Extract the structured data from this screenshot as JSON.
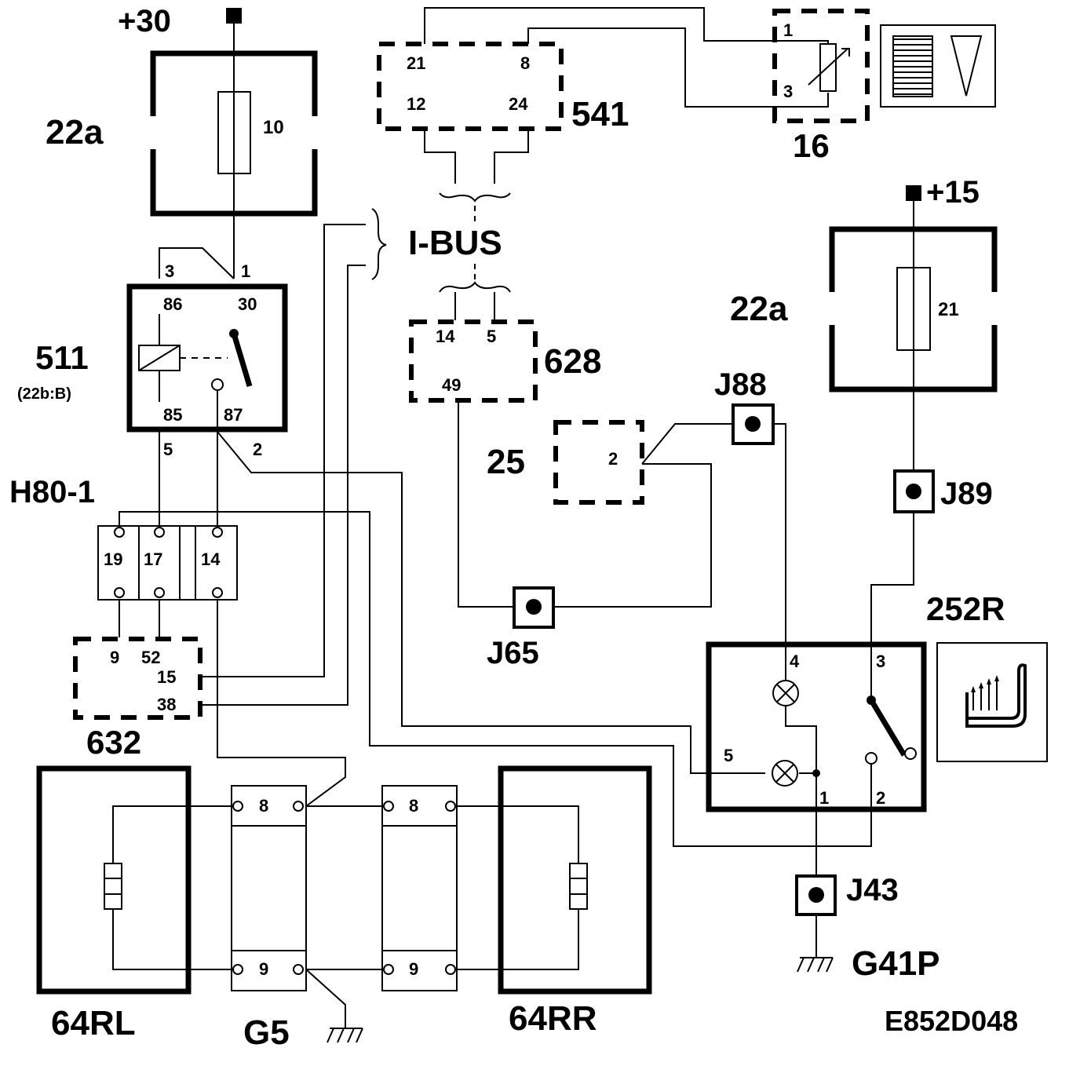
{
  "supply": {
    "plus30": "+30",
    "plus15": "+15"
  },
  "components": {
    "fuse_box_top": {
      "label": "22a",
      "fuse": "10"
    },
    "fuse_box_right": {
      "label": "22a",
      "fuse": "21"
    },
    "relay": {
      "label": "511",
      "sublabel": "(22b:B)",
      "pins": {
        "p3": "3",
        "p1": "1",
        "p86": "86",
        "p30": "30",
        "p85": "85",
        "p87": "87",
        "p5": "5",
        "p2": "2"
      }
    },
    "connector_h80": {
      "label": "H80-1",
      "pins": [
        "19",
        "17",
        "14"
      ]
    },
    "module_632": {
      "label": "632",
      "pins": {
        "p9": "9",
        "p52": "52",
        "p15": "15",
        "p38": "38"
      }
    },
    "module_541": {
      "label": "541",
      "pins": {
        "p21": "21",
        "p8": "8",
        "p12": "12",
        "p24": "24"
      }
    },
    "sensor_16": {
      "label": "16",
      "pins": {
        "p1": "1",
        "p3": "3"
      }
    },
    "bus": {
      "label": "I-BUS"
    },
    "module_628": {
      "label": "628",
      "pins": {
        "p14": "14",
        "p5": "5",
        "p49": "49"
      }
    },
    "component_25": {
      "label": "25",
      "pin": "2"
    },
    "switch_252r": {
      "label": "252R",
      "pins": {
        "p4": "4",
        "p3": "3",
        "p5": "5",
        "p1": "1",
        "p2": "2"
      }
    },
    "heater_left": {
      "label": "64RL"
    },
    "heater_right": {
      "label": "64RR"
    },
    "connector_left": {
      "top": "8",
      "bottom": "9"
    },
    "connector_right": {
      "top": "8",
      "bottom": "9"
    }
  },
  "junctions": {
    "j88": "J88",
    "j89": "J89",
    "j65": "J65",
    "j43": "J43"
  },
  "grounds": {
    "g5": "G5",
    "g41p": "G41P"
  },
  "diagram_code": "E852D048"
}
